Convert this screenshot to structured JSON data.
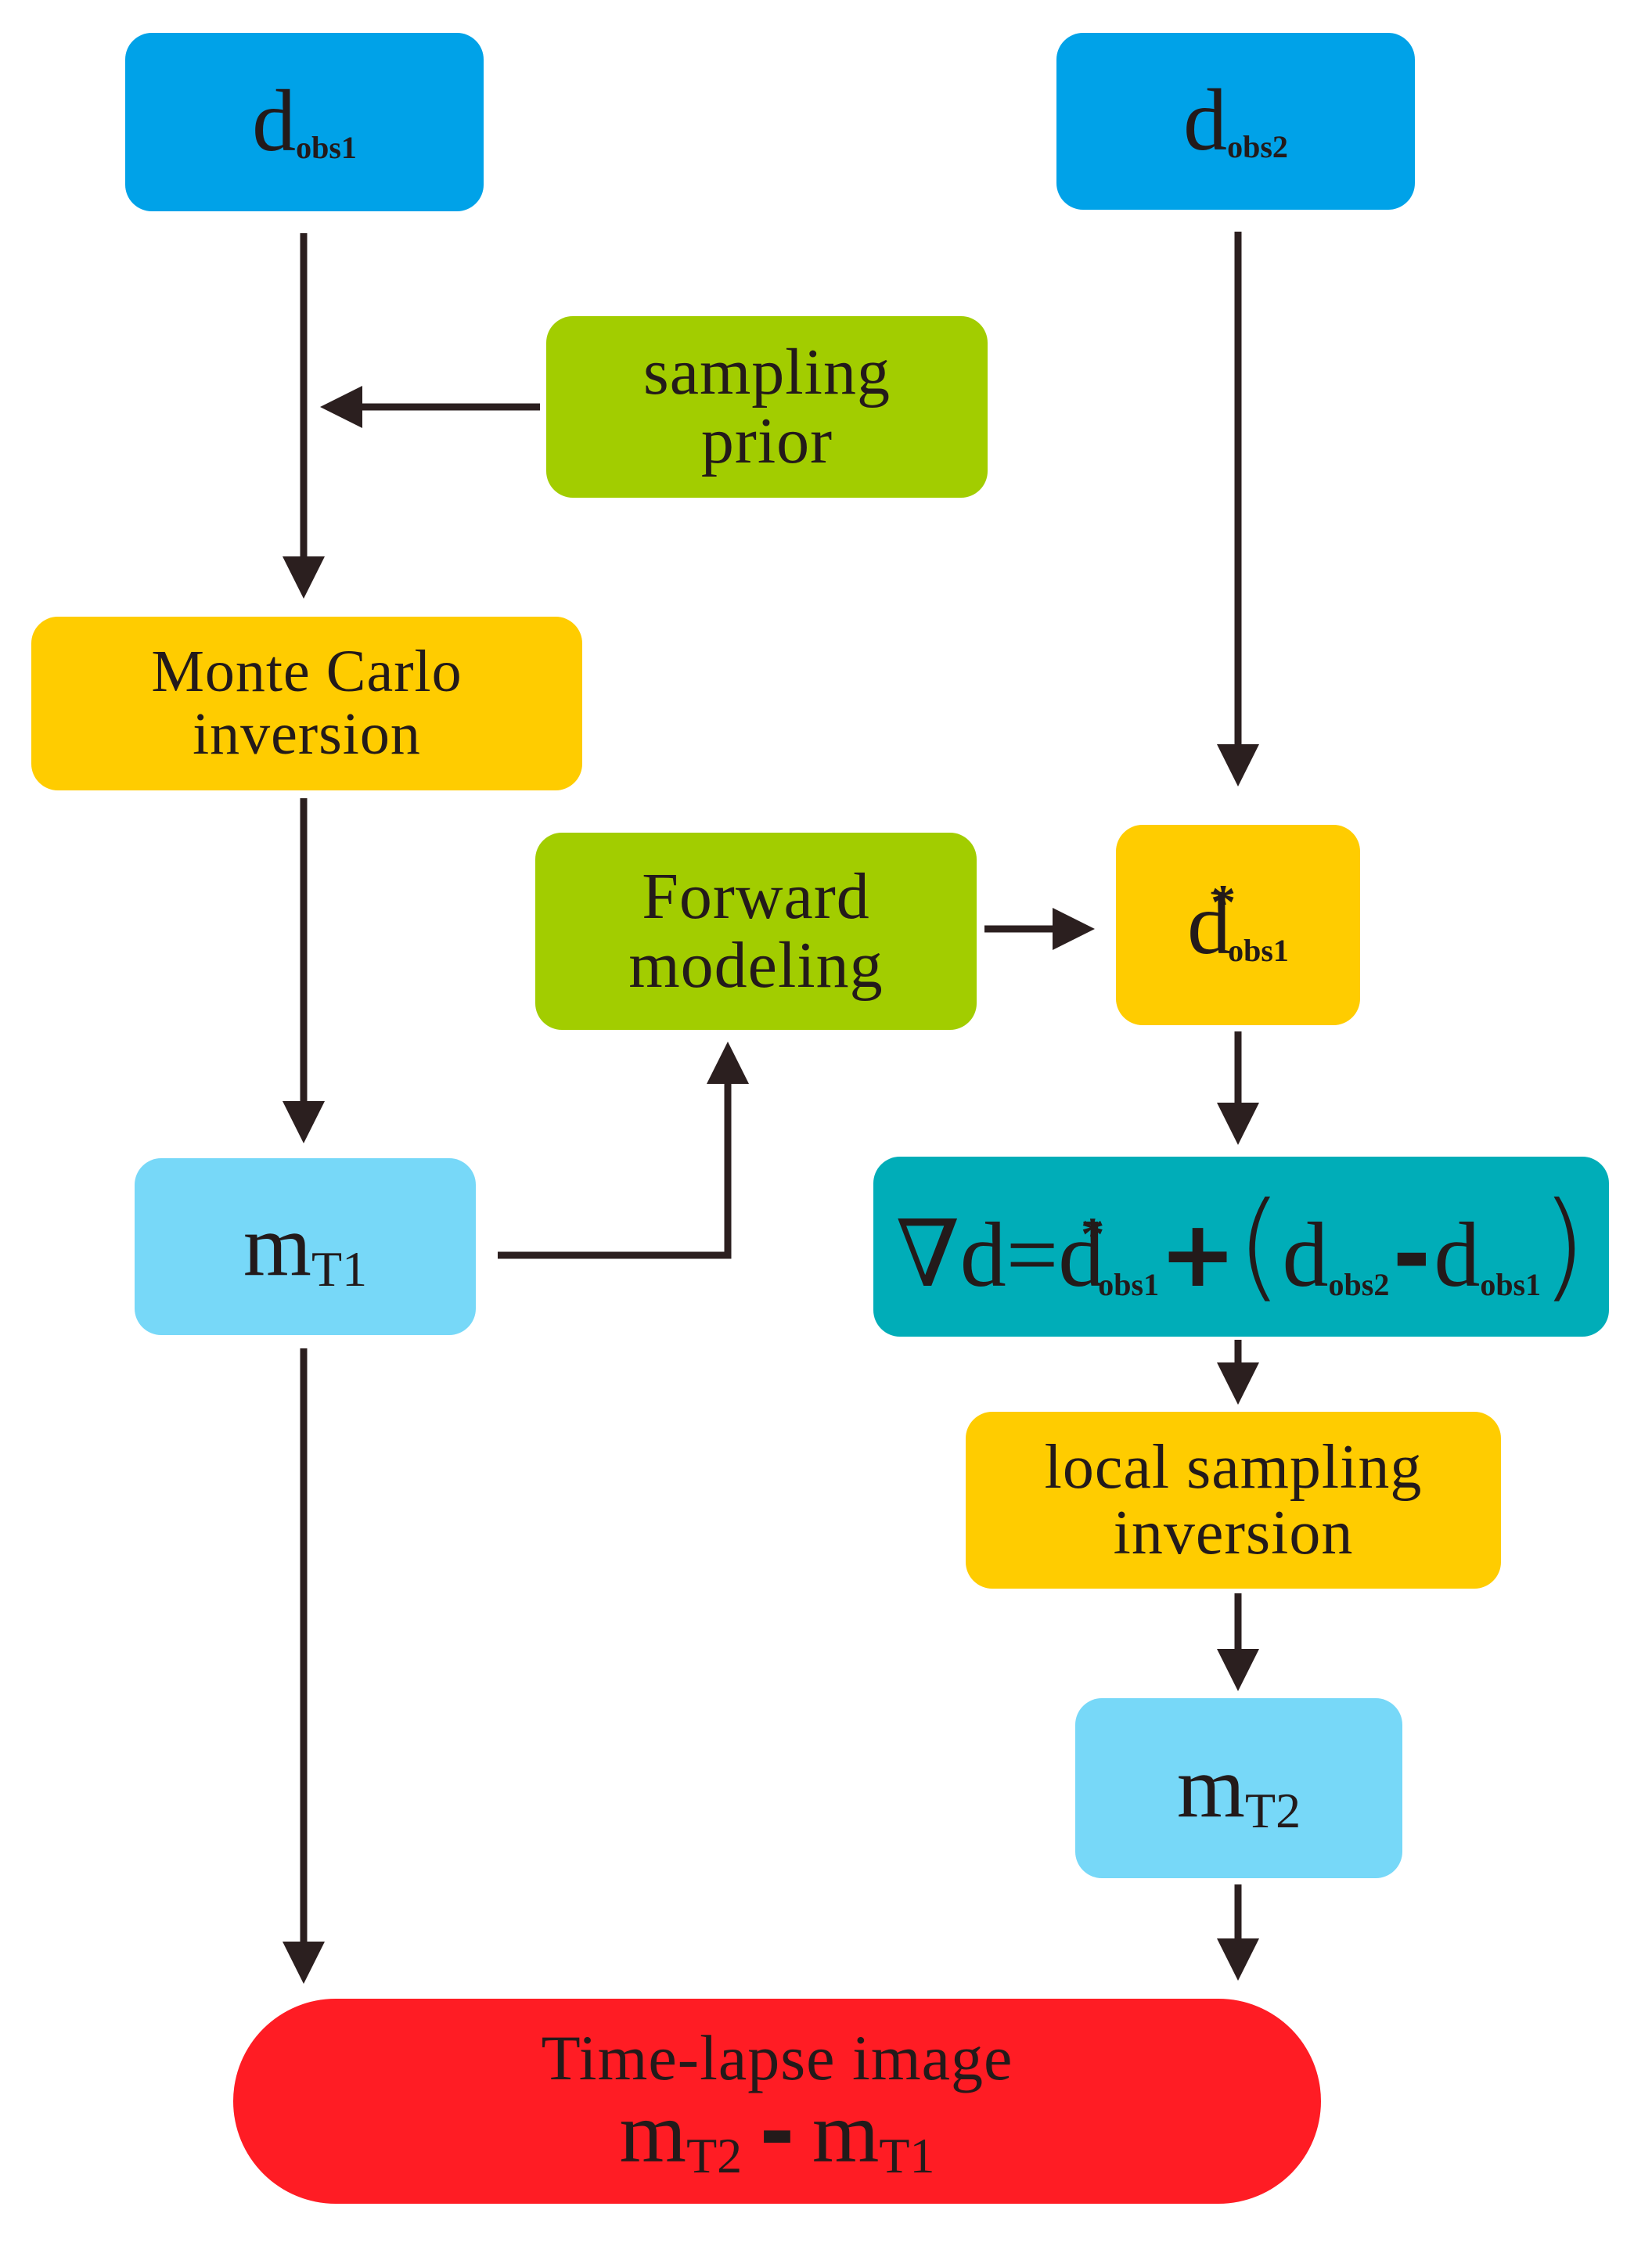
{
  "nodes": {
    "dobs1": {
      "symbol": "d",
      "subscript": "obs1"
    },
    "dobs2": {
      "symbol": "d",
      "subscript": "obs2"
    },
    "sampling_prior": {
      "line1": "sampling",
      "line2": "prior"
    },
    "monte_carlo": {
      "line1": "Monte Carlo",
      "line2": "inversion"
    },
    "forward": {
      "line1": "Forward",
      "line2": "modeling"
    },
    "dstar": {
      "symbol": "d",
      "star": "*",
      "subscript": "obs1"
    },
    "mt1": {
      "symbol": "m",
      "subscript": "T1"
    },
    "gradient": {
      "nabla": "∇d",
      "eq": "=",
      "d1": "d",
      "star": "*",
      "s1": "obs1",
      "plus": "+",
      "lparen": "(",
      "d2": "d",
      "s2": "obs2",
      "minus": "-",
      "d3": "d",
      "s3": "obs1",
      "rparen": ")"
    },
    "local_sampling": {
      "line1": "local sampling",
      "line2": "inversion"
    },
    "mt2": {
      "symbol": "m",
      "subscript": "T2"
    },
    "timelapse": {
      "line1": "Time-lapse image",
      "m1": "m",
      "s1": "T2",
      "minus": "-",
      "m2": "m",
      "s2": "T1"
    }
  },
  "colors": {
    "blue": "#00a2e8",
    "green": "#a2cd00",
    "yellow": "#ffcc00",
    "light_blue": "#77d8f8",
    "teal": "#00adb8",
    "red": "#ff1c24",
    "arrow": "#2b1f1f"
  }
}
